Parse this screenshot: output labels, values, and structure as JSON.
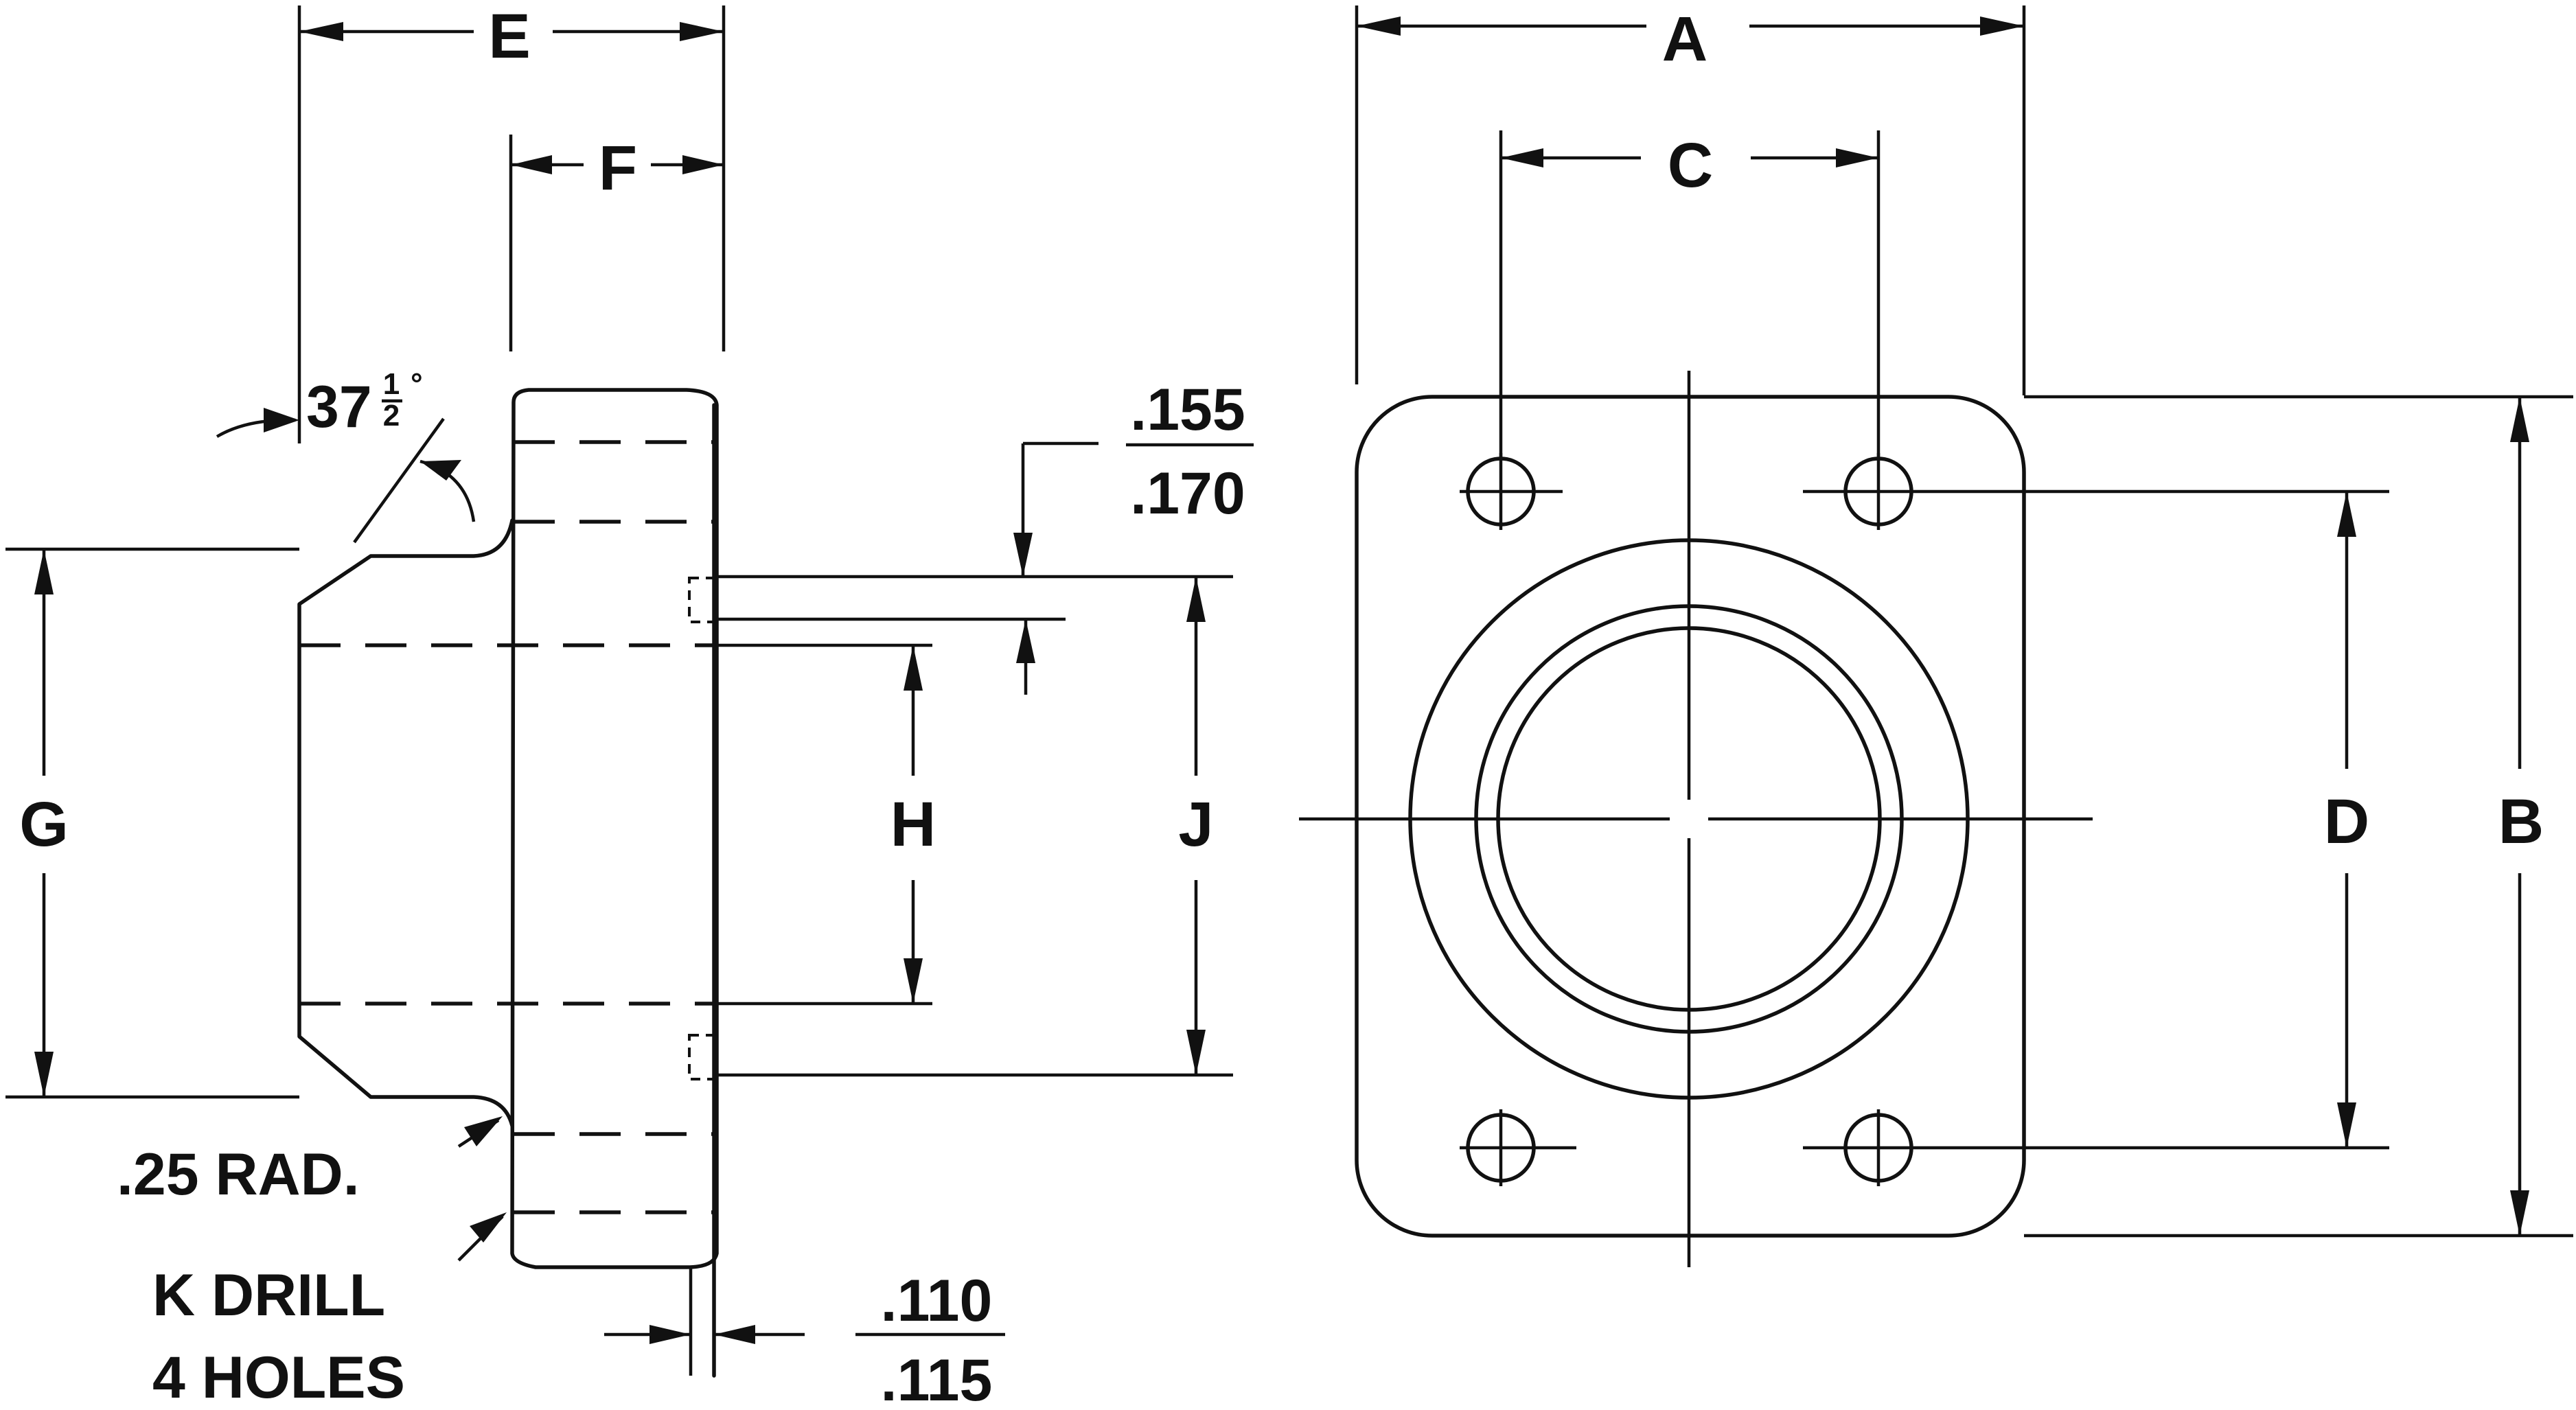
{
  "dimensions": {
    "A": "A",
    "B": "B",
    "C": "C",
    "D": "D",
    "E": "E",
    "F": "F",
    "G": "G",
    "H": "H",
    "J": "J"
  },
  "angle": {
    "whole": "37",
    "num": "1",
    "den": "2",
    "degree": "°"
  },
  "counterbore_depth": {
    "min": ".155",
    "max": ".170"
  },
  "slot_width": {
    "min": ".110",
    "max": ".115"
  },
  "radius_note": ".25 RAD.",
  "drill_note": {
    "line1": "K DRILL",
    "line2": "4 HOLES"
  }
}
